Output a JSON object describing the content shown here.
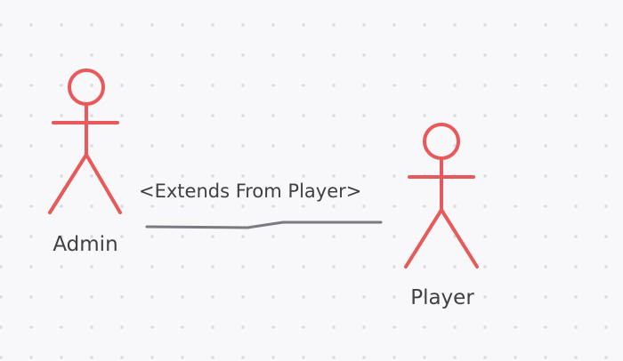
{
  "diagram": {
    "actors": [
      {
        "id": "admin",
        "label": "Admin"
      },
      {
        "id": "player",
        "label": "Player"
      }
    ],
    "relationship": {
      "label": "<Extends From Player>",
      "from": "admin",
      "to": "player"
    },
    "colors": {
      "actor_stroke": "#e85a5a",
      "connector": "#7b7a80",
      "text": "#3f3f44",
      "grid_dot": "#dcdbe0",
      "background": "#f8f7f9"
    }
  }
}
